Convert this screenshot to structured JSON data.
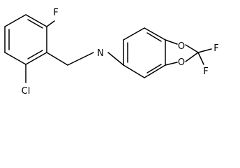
{
  "molecule": {
    "atoms": {
      "fluorine_top": "F",
      "chlorine": "Cl",
      "amine": "N",
      "ring_oxygen_upper": "O",
      "ring_oxygen_lower": "O",
      "difluoro_f_upper": "F",
      "difluoro_f_lower": "F"
    },
    "colors": {
      "bond": "#000000",
      "label": "#000000",
      "background": "#ffffff"
    }
  }
}
